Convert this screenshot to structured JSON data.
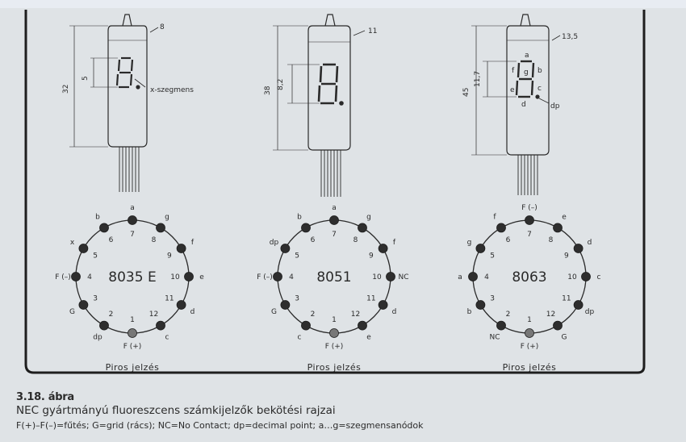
{
  "figure": {
    "number": "3.18. ábra",
    "title": "NEC gyártmányú fluoreszcens számkijelzők bekötési rajzai",
    "legend": "F(+)–F(–)=fűtés; G=grid (rács); NC=No Contact; dp=decimal point; a…g=szegmensanódok"
  },
  "tubes": [
    {
      "id": "8035E",
      "diameter": "8",
      "height": "32",
      "digit_height": "5",
      "annotation": "x-szegmens"
    },
    {
      "id": "8051",
      "diameter": "11",
      "height": "38",
      "digit_height": "8,2"
    },
    {
      "id": "8063",
      "diameter": "13,5",
      "height": "45",
      "digit_height": "11,7",
      "segment_letters": [
        "a",
        "f",
        "g",
        "b",
        "e",
        "c",
        "d"
      ],
      "dp_label": "dp"
    }
  ],
  "diagrams": [
    {
      "model": "8035 E",
      "marker": "Piros jelzés",
      "pins": [
        {
          "n": "1",
          "label": "F (+)"
        },
        {
          "n": "2",
          "label": "dp"
        },
        {
          "n": "3",
          "label": "G"
        },
        {
          "n": "4",
          "label": "F (–)"
        },
        {
          "n": "5",
          "label": "x"
        },
        {
          "n": "6",
          "label": "b"
        },
        {
          "n": "7",
          "label": "a"
        },
        {
          "n": "8",
          "label": "g"
        },
        {
          "n": "9",
          "label": "f"
        },
        {
          "n": "10",
          "label": "e"
        },
        {
          "n": "11",
          "label": "d"
        },
        {
          "n": "12",
          "label": "c"
        }
      ]
    },
    {
      "model": "8051",
      "marker": "Piros jelzés",
      "pins": [
        {
          "n": "1",
          "label": "F (+)"
        },
        {
          "n": "2",
          "label": "c"
        },
        {
          "n": "3",
          "label": "G"
        },
        {
          "n": "4",
          "label": "F (–)"
        },
        {
          "n": "5",
          "label": "dp"
        },
        {
          "n": "6",
          "label": "b"
        },
        {
          "n": "7",
          "label": "a"
        },
        {
          "n": "8",
          "label": "g"
        },
        {
          "n": "9",
          "label": "f"
        },
        {
          "n": "10",
          "label": "NC"
        },
        {
          "n": "11",
          "label": "d"
        },
        {
          "n": "12",
          "label": "e"
        }
      ]
    },
    {
      "model": "8063",
      "marker": "Piros jelzés",
      "pins": [
        {
          "n": "1",
          "label": "F (+)"
        },
        {
          "n": "2",
          "label": "NC"
        },
        {
          "n": "3",
          "label": "b"
        },
        {
          "n": "4",
          "label": "a"
        },
        {
          "n": "5",
          "label": "g"
        },
        {
          "n": "6",
          "label": "f"
        },
        {
          "n": "7",
          "label": "F (–)"
        },
        {
          "n": "8",
          "label": "e"
        },
        {
          "n": "9",
          "label": "d"
        },
        {
          "n": "10",
          "label": "c"
        },
        {
          "n": "11",
          "label": "dp"
        },
        {
          "n": "12",
          "label": "G"
        }
      ]
    }
  ]
}
